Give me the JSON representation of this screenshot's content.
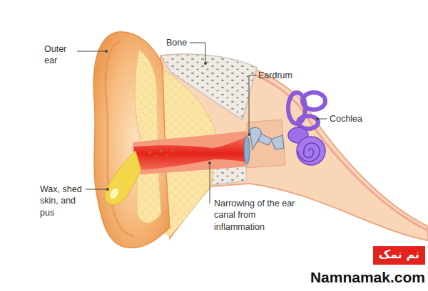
{
  "diagram": {
    "labels": [
      "Outer ear",
      "Bone",
      "Eardrum",
      "Cochlea",
      "Wax, shed skin, and pus",
      "Narrowing of the ear canal from inflammation",
      "نم نمک",
      "Namnamak.com"
    ]
  }
}
